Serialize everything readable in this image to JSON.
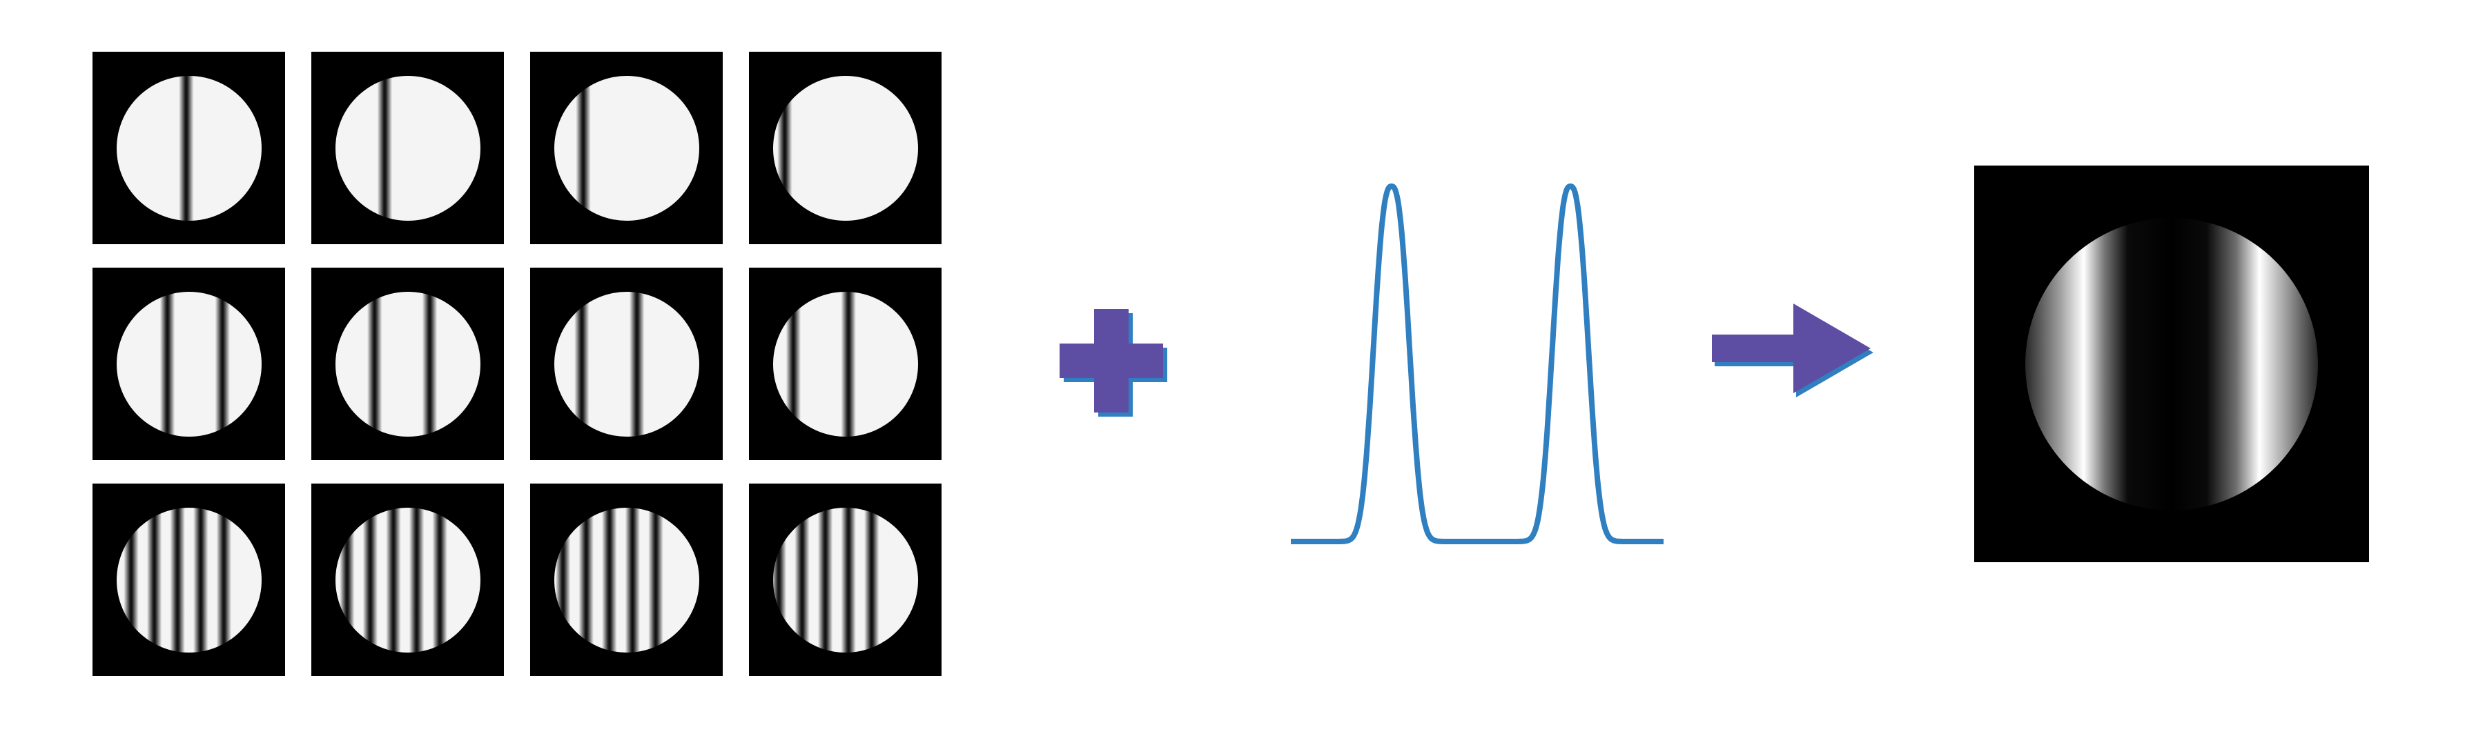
{
  "colors": {
    "background": "#ffffff",
    "tile_background": "#000000",
    "operator_fill": "#5d4ea3",
    "operator_shadow": "#2f7fc1",
    "peak_line": "#2f7fc1"
  },
  "patterns": {
    "rows": [
      {
        "line_count": 1,
        "offsets": [
          0.48,
          0.34,
          0.2,
          0.08
        ]
      },
      {
        "line_count": 2,
        "offsets": [
          0.33,
          0.25,
          0.17,
          0.12
        ]
      },
      {
        "line_count": 5,
        "offsets": [
          0.1,
          0.08,
          0.06,
          0.04
        ]
      }
    ]
  },
  "profile_peaks": [
    0.27,
    0.75
  ],
  "icons": {
    "plus": "plus-icon",
    "arrow": "arrow-right-icon"
  }
}
